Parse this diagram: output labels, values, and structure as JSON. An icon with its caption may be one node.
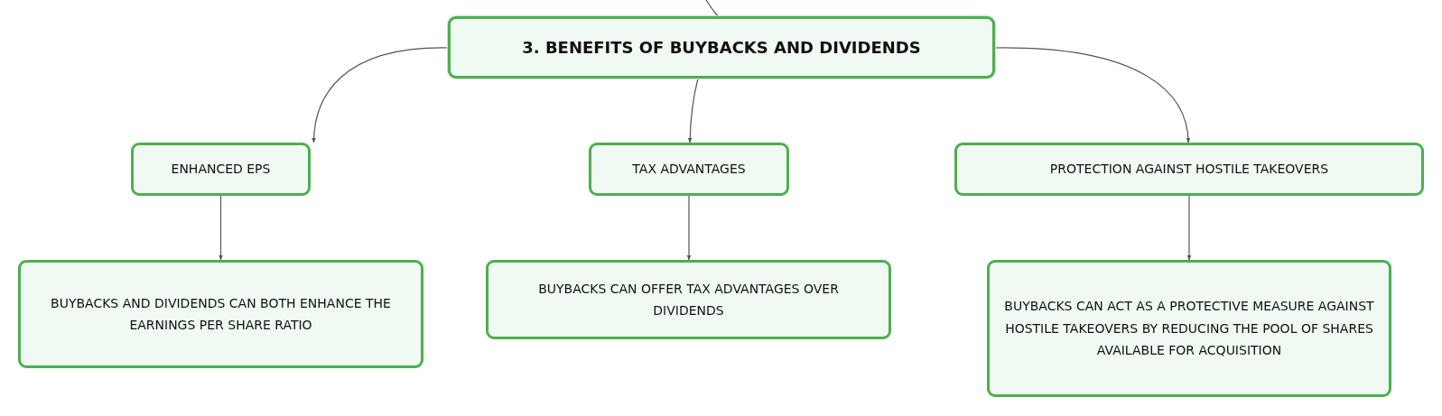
{
  "diagram": {
    "nodes": [
      {
        "text": [
          "3. BENEFITS OF BUYBACKS AND DIVIDENDS"
        ]
      },
      {
        "text": [
          "ENHANCED EPS"
        ]
      },
      {
        "text": [
          "TAX ADVANTAGES"
        ]
      },
      {
        "text": [
          "PROTECTION AGAINST HOSTILE TAKEOVERS"
        ]
      },
      {
        "text": [
          "BUYBACKS AND DIVIDENDS CAN BOTH ENHANCE THE EARNINGS PER SHARE RATIO"
        ]
      },
      {
        "text": [
          "BUYBACKS CAN OFFER TAX ADVANTAGES OVER DIVIDENDS"
        ]
      },
      {
        "text": [
          "BUYBACKS CAN ACT AS A PROTECTIVE MEASURE AGAINST HOSTILE TAKEOVERS BY REDUCING THE POOL OF SHARES AVAILABLE FOR ACQUISITION"
        ]
      }
    ],
    "edges": [
      {
        "from": null,
        "to": 0,
        "arrow": "to"
      },
      {
        "from": 0,
        "to": 1,
        "arrow": "to"
      },
      {
        "from": 0,
        "to": 2,
        "arrow": "to"
      },
      {
        "from": 0,
        "to": 3,
        "arrow": "to"
      },
      {
        "from": 1,
        "to": 4,
        "arrow": "to"
      },
      {
        "from": 2,
        "to": 5,
        "arrow": "to"
      },
      {
        "from": 3,
        "to": 6,
        "arrow": "to"
      }
    ]
  }
}
